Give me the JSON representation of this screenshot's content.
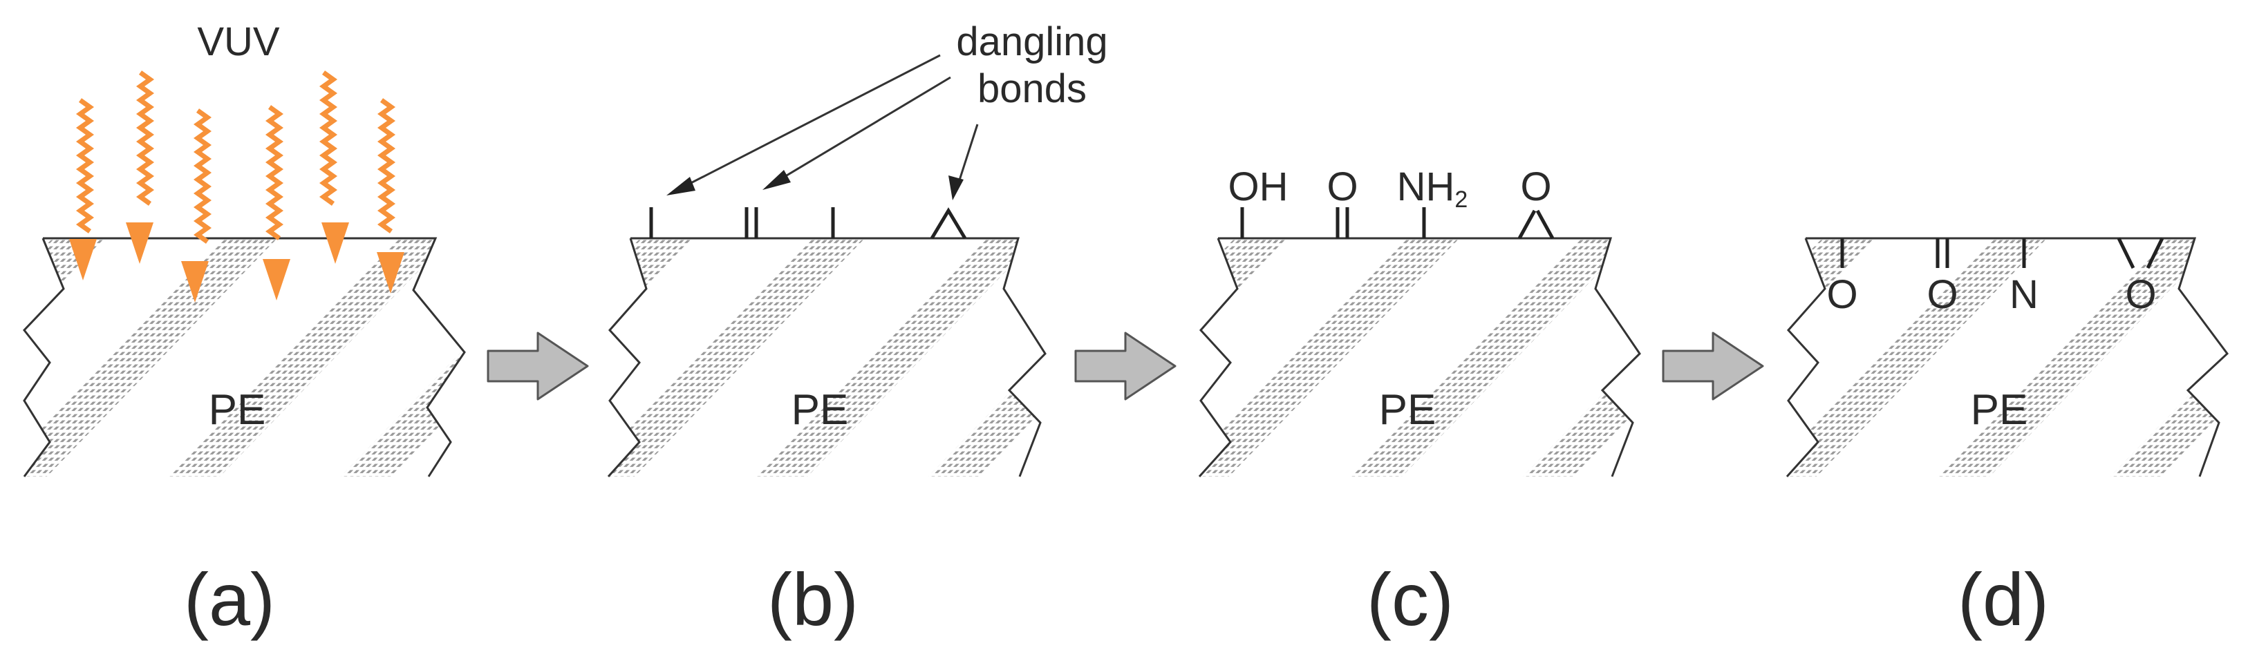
{
  "figure": {
    "panels": [
      {
        "id": "a",
        "caption": "(a)",
        "material": "PE",
        "vuv_label": "VUV"
      },
      {
        "id": "b",
        "caption": "(b)",
        "material": "PE",
        "callout": {
          "line1": "dangling",
          "line2": "bonds"
        }
      },
      {
        "id": "c",
        "caption": "(c)",
        "material": "PE",
        "groups": {
          "hydroxyl": "OH",
          "carbonyl": "O",
          "amine_main": "NH",
          "amine_sub": "2",
          "epoxide": "O"
        }
      },
      {
        "id": "d",
        "caption": "(d)",
        "material": "PE",
        "atoms": {
          "ether": "O",
          "carbonyl": "O",
          "amine": "N",
          "epoxide": "O"
        }
      }
    ],
    "colors": {
      "vuv": "#F7923A",
      "outline": "#333333",
      "stipple": "#9a9a9a",
      "process_arrow_fill": "#bdbdbd",
      "process_arrow_stroke": "#555555"
    }
  }
}
